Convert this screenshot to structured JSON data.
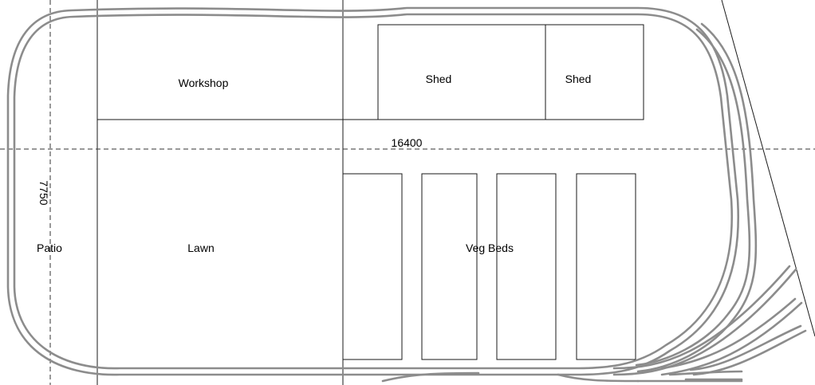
{
  "labels": {
    "workshop": "Workshop",
    "shed_large": "Shed",
    "shed_small": "Shed",
    "patio": "Patio",
    "lawn": "Lawn",
    "veg_beds": "Veg Beds"
  },
  "dimensions": {
    "width": "16400",
    "depth": "7750"
  },
  "colors": {
    "outline": "#1a1a1a",
    "track": "#8c8c8c",
    "dimension_line": "#333333"
  }
}
